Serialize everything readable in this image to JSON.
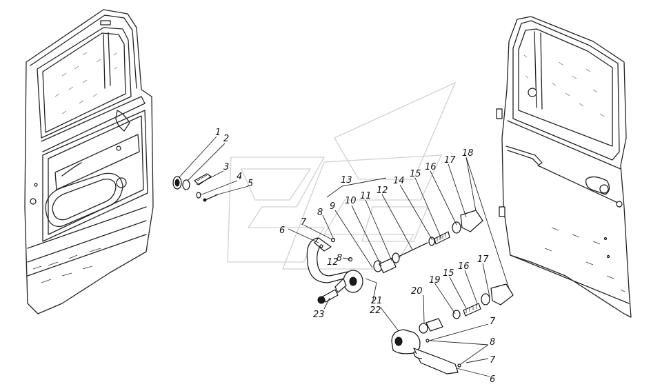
{
  "diagram": {
    "callouts": [
      {
        "id": "c1",
        "label": "1"
      },
      {
        "id": "c2",
        "label": "2"
      },
      {
        "id": "c3",
        "label": "3"
      },
      {
        "id": "c4",
        "label": "4"
      },
      {
        "id": "c5",
        "label": "5"
      },
      {
        "id": "c6a",
        "label": "6"
      },
      {
        "id": "c7a",
        "label": "7"
      },
      {
        "id": "c8a",
        "label": "8"
      },
      {
        "id": "c9",
        "label": "9"
      },
      {
        "id": "c10",
        "label": "10"
      },
      {
        "id": "c11",
        "label": "11"
      },
      {
        "id": "c12a",
        "label": "12"
      },
      {
        "id": "c13",
        "label": "13"
      },
      {
        "id": "c14",
        "label": "14"
      },
      {
        "id": "c15a",
        "label": "15"
      },
      {
        "id": "c16a",
        "label": "16"
      },
      {
        "id": "c17a",
        "label": "17"
      },
      {
        "id": "c18",
        "label": "18"
      },
      {
        "id": "c8b",
        "label": "8"
      },
      {
        "id": "c12b",
        "label": "12"
      },
      {
        "id": "c21",
        "label": "21"
      },
      {
        "id": "c22",
        "label": "22"
      },
      {
        "id": "c23",
        "label": "23"
      },
      {
        "id": "c20",
        "label": "20"
      },
      {
        "id": "c19",
        "label": "19"
      },
      {
        "id": "c15b",
        "label": "15"
      },
      {
        "id": "c16b",
        "label": "16"
      },
      {
        "id": "c17b",
        "label": "17"
      },
      {
        "id": "c7b",
        "label": "7"
      },
      {
        "id": "c8c",
        "label": "8"
      },
      {
        "id": "c7c",
        "label": "7"
      },
      {
        "id": "c6b",
        "label": "6"
      }
    ]
  }
}
